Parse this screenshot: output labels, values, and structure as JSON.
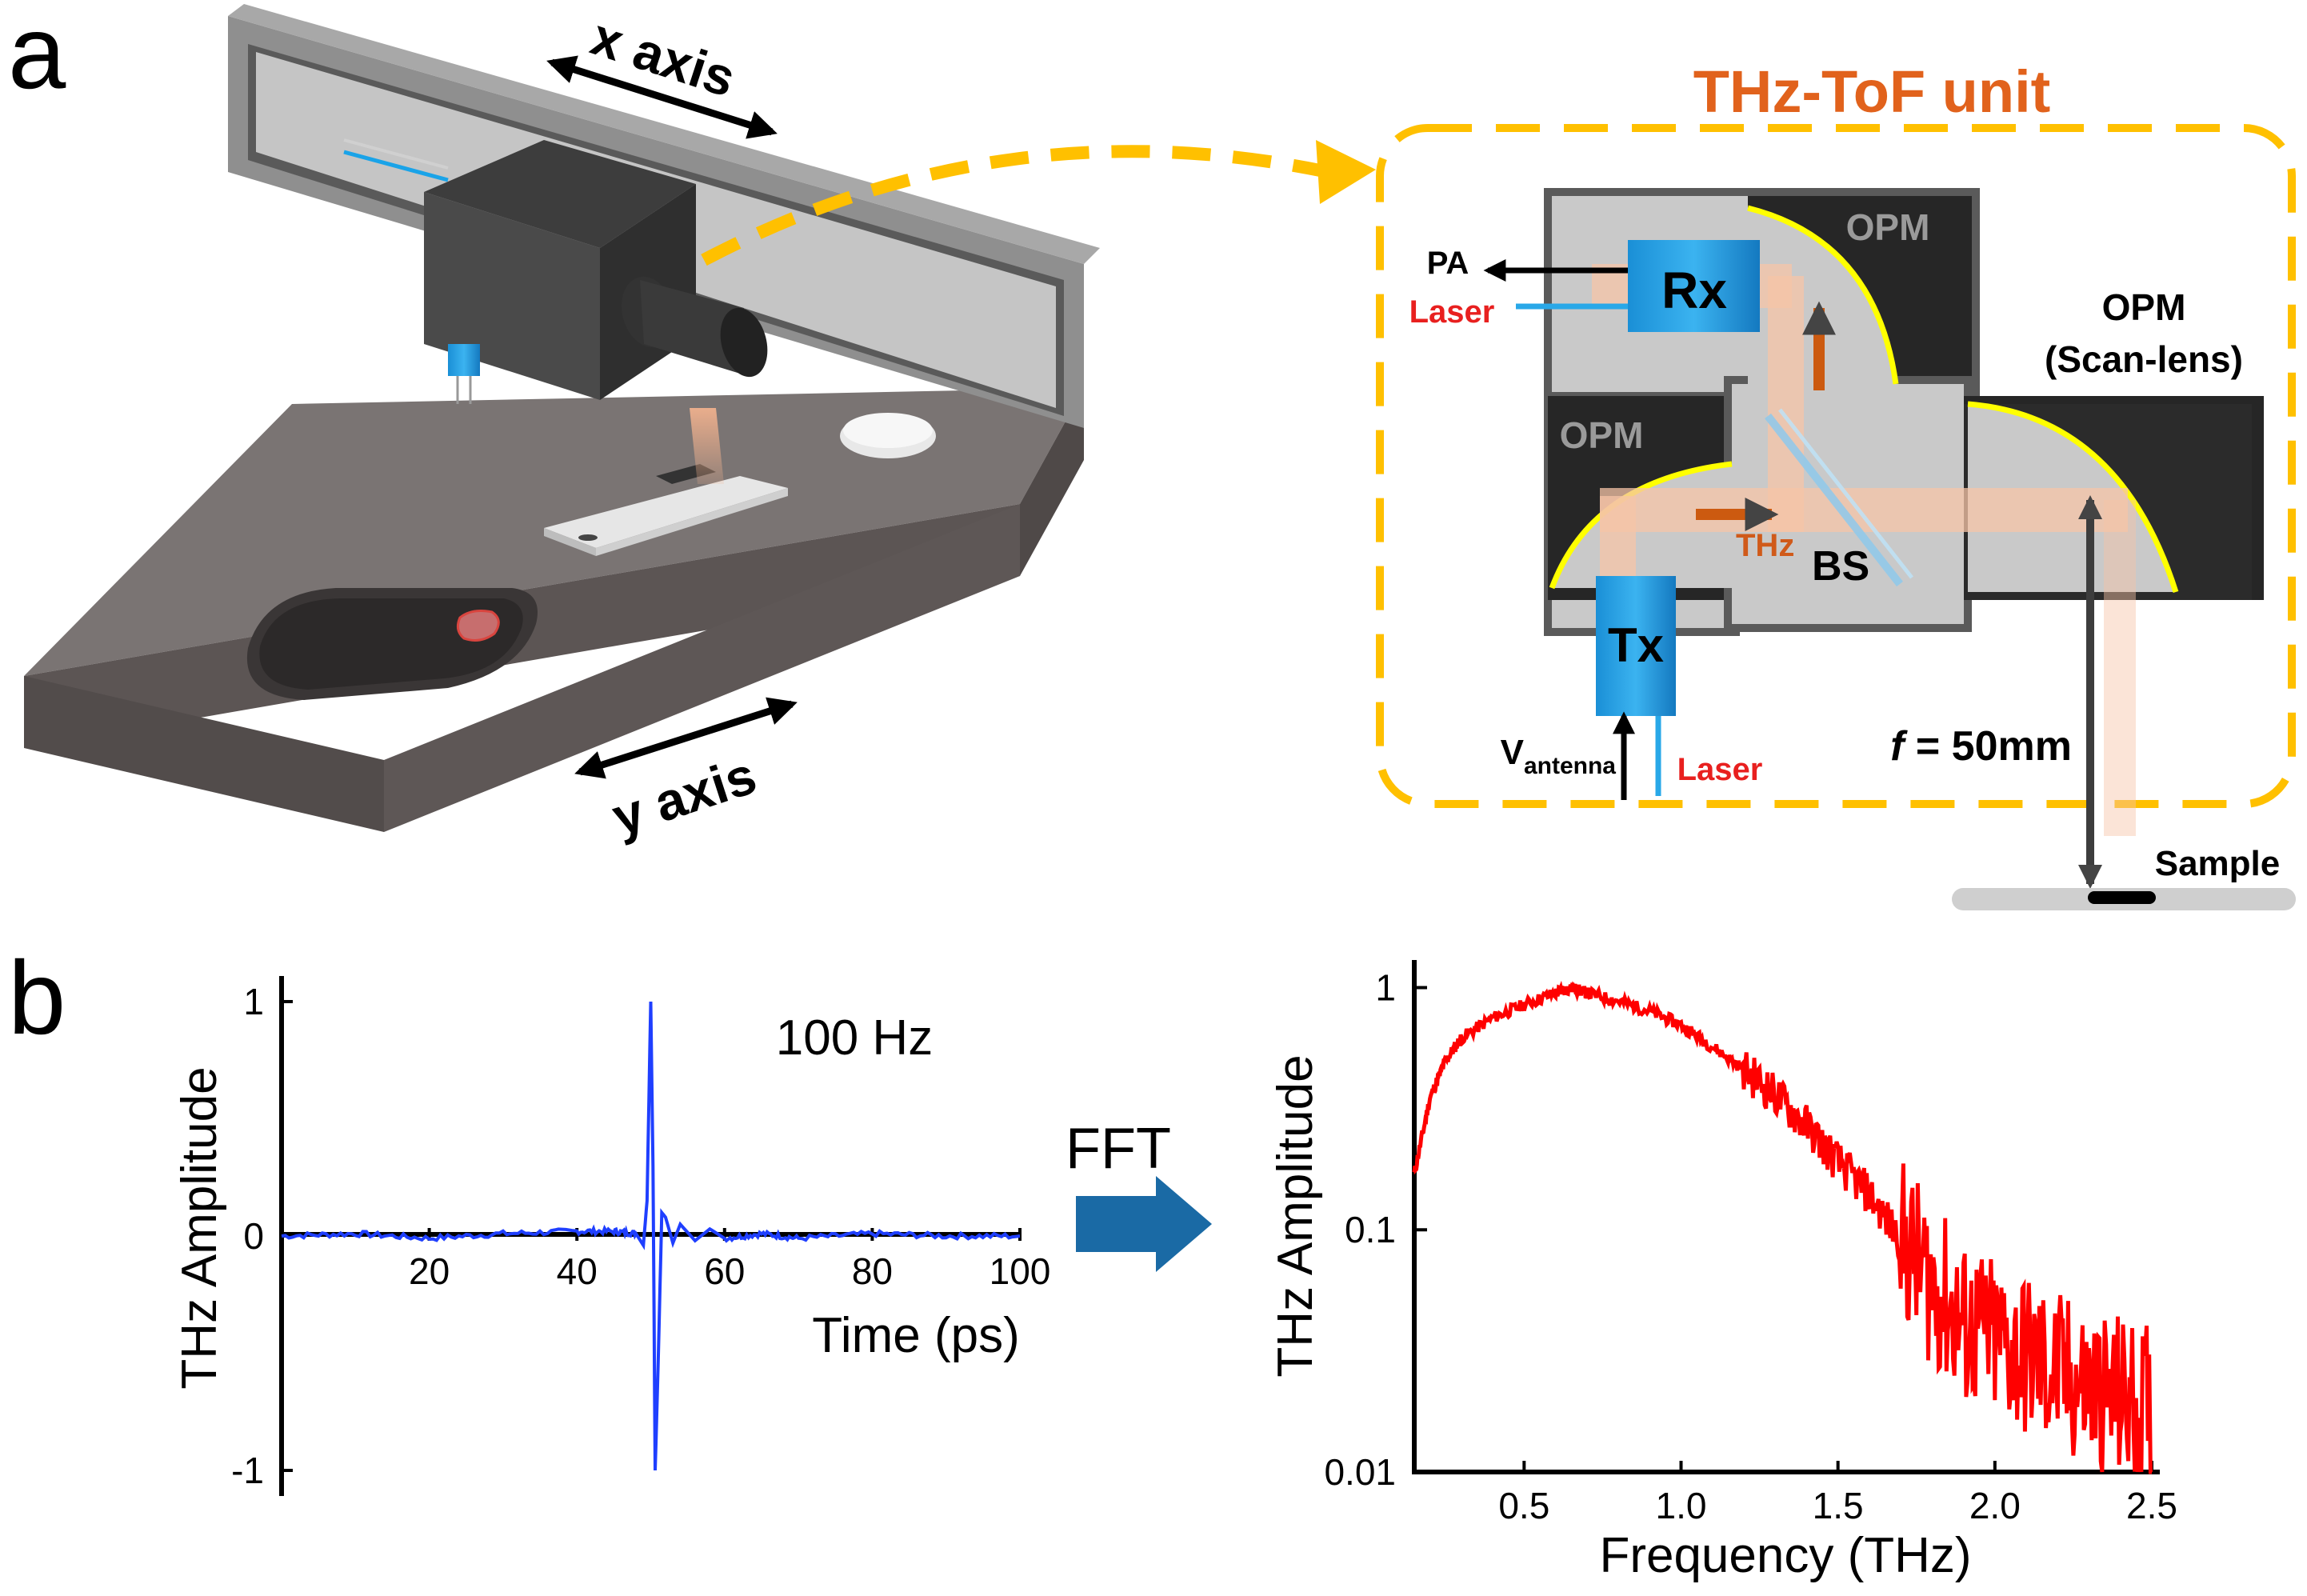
{
  "panel_a": {
    "label": "a",
    "x_axis_label": "x axis",
    "y_axis_label": "y axis",
    "unit_title": "THz-ToF unit",
    "opm_top": "OPM",
    "opm_left": "OPM",
    "opm_right_line1": "OPM",
    "opm_right_line2": "(Scan-lens)",
    "rx": "Rx",
    "tx": "Tx",
    "pa": "PA",
    "laser_rx": "Laser",
    "laser_tx": "Laser",
    "thz": "THz",
    "bs": "BS",
    "v_antenna_main": "V",
    "v_antenna_sub": "antenna",
    "focal_italic": "f",
    "focal_value": " = 50mm",
    "sample": "Sample"
  },
  "panel_b": {
    "label": "b",
    "fft_label": "FFT",
    "time_plot": {
      "annotation": "100 Hz",
      "xlabel": "Time (ps)",
      "ylabel": "THz Amplitude",
      "xticks": [
        "20",
        "40",
        "60",
        "80",
        "100"
      ],
      "yticks": [
        "1",
        "0",
        "-1"
      ]
    },
    "freq_plot": {
      "xlabel": "Frequency (THz)",
      "ylabel": "THz Amplitude",
      "xticks": [
        "0.5",
        "1.0",
        "1.5",
        "2.0",
        "2.5"
      ],
      "yticks": [
        "1",
        "0.1",
        "0.01"
      ]
    }
  },
  "chart_data": [
    {
      "type": "line",
      "xlabel": "Time (ps)",
      "ylabel": "THz Amplitude",
      "xlim": [
        0,
        100
      ],
      "ylim": [
        -1,
        1
      ],
      "color": "#1f3fff",
      "series": [
        {
          "x": [
            0,
            10,
            20,
            30,
            40,
            45,
            48,
            49,
            49.5,
            50,
            50.3,
            50.6,
            51,
            51.5,
            52,
            53,
            54,
            56,
            58,
            60,
            65,
            70,
            80,
            90,
            100
          ],
          "y": [
            0,
            0.01,
            -0.01,
            0.01,
            0.02,
            0.02,
            0.01,
            -0.04,
            0.15,
            1.0,
            0.3,
            -1.0,
            -0.55,
            0.1,
            0.08,
            -0.03,
            0.05,
            -0.02,
            0.03,
            -0.01,
            0.01,
            -0.01,
            0.01,
            0,
            0
          ]
        }
      ]
    },
    {
      "type": "line",
      "xlabel": "Frequency (THz)",
      "ylabel": "THz Amplitude",
      "yscale": "log",
      "xlim": [
        0.15,
        2.5
      ],
      "ylim": [
        0.01,
        1.3
      ],
      "color": "#ff0000",
      "series": [
        {
          "x": [
            0.15,
            0.2,
            0.25,
            0.3,
            0.4,
            0.5,
            0.6,
            0.65,
            0.7,
            0.8,
            0.9,
            1.0,
            1.1,
            1.2,
            1.3,
            1.4,
            1.5,
            1.6,
            1.7,
            1.8,
            1.9,
            2.0,
            2.1,
            2.2,
            2.3,
            2.4,
            2.5
          ],
          "y": [
            0.17,
            0.35,
            0.5,
            0.62,
            0.75,
            0.85,
            0.95,
            1.0,
            0.95,
            0.88,
            0.8,
            0.7,
            0.57,
            0.46,
            0.36,
            0.27,
            0.19,
            0.14,
            0.09,
            0.06,
            0.04,
            0.035,
            0.03,
            0.025,
            0.022,
            0.02,
            0.018
          ]
        }
      ]
    }
  ]
}
